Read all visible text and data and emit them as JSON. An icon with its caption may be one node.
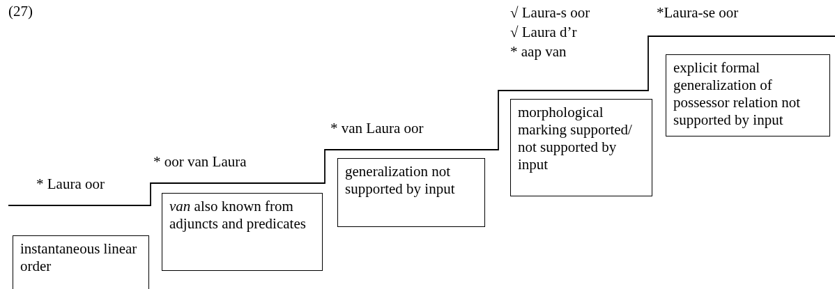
{
  "diagram": {
    "nodes": [
      {
        "text": [
          "instantaneous linear order"
        ],
        "beside": [
          "* Laura oor"
        ]
      },
      {
        "text": [
          "*van* also known from adjuncts and predicates"
        ],
        "beside": [
          "* oor van Laura"
        ]
      },
      {
        "text": [
          "generalization not supported by  input"
        ],
        "beside": [
          "* van Laura oor"
        ]
      },
      {
        "text": [
          "morphological marking supported/ not supported by input"
        ],
        "beside": [
          "√ Laura-s oor",
          "√ Laura d’r",
          "* aap van"
        ]
      },
      {
        "text": [
          "explicit formal generalization of possessor relation not supported by input"
        ],
        "beside": [
          "*Laura-se oor"
        ]
      }
    ],
    "edges": [],
    "labels": [
      "(27)"
    ]
  }
}
